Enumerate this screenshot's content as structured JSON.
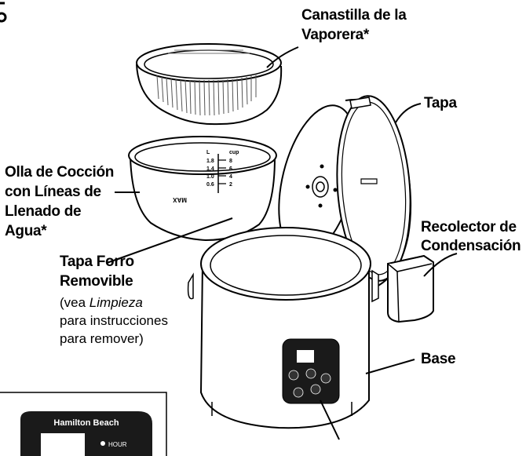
{
  "labels": {
    "steamer_basket": [
      "Canastilla de la",
      "Vaporera*"
    ],
    "lid": "Tapa",
    "cooking_pot": [
      "Olla de Cocción",
      "con Líneas de",
      "Llenado de",
      "Agua*"
    ],
    "condensation_collector": [
      "Recolector de",
      "Condensación"
    ],
    "removable_liner": [
      "Tapa Forro",
      "Removible"
    ],
    "cleaning_note": {
      "prefix": "(vea ",
      "emph": "Limpieza",
      "line2": "para instrucciones",
      "line3": "para remover)"
    },
    "base": "Base"
  },
  "pot_markings": {
    "left_col": [
      "L",
      "1.8",
      "1.4",
      "1.0",
      "0.6"
    ],
    "right_col": [
      "cup",
      "8",
      "6",
      "4",
      "2"
    ],
    "max": "MAX"
  },
  "control_panel": {
    "brand": "Hamilton Beach",
    "hour_label": "HOUR"
  },
  "colors": {
    "line": "#000000",
    "panel": "#1a1a1a",
    "panel_text": "#ffffff",
    "background": "#ffffff"
  }
}
